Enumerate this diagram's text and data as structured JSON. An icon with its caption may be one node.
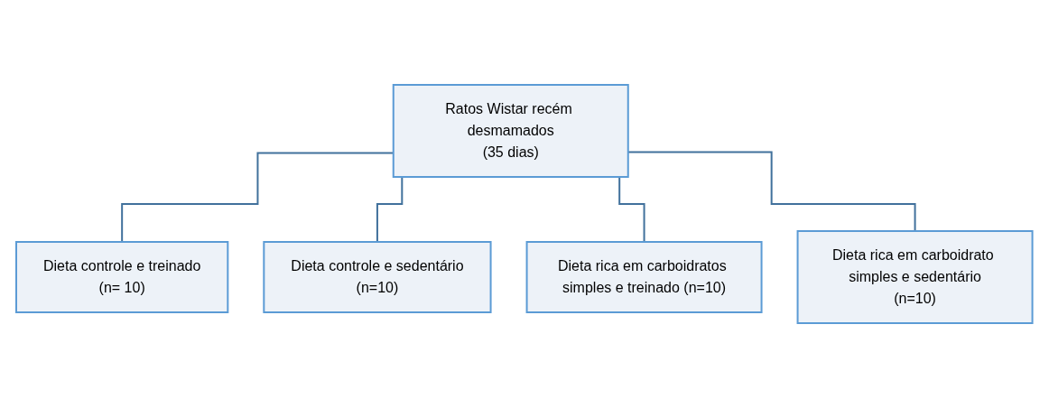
{
  "diagram": {
    "nodes": [
      {
        "text": [
          "Ratos Wistar recém desmamados",
          "(35 dias)"
        ]
      },
      {
        "text": [
          "Dieta controle e treinado",
          "(n= 10)"
        ]
      },
      {
        "text": [
          "Dieta controle e sedentário",
          "(n=10)"
        ]
      },
      {
        "text": [
          "Dieta rica em carboidratos simples e treinado (n=10)"
        ]
      },
      {
        "text": [
          "Dieta rica em carboidrato simples e sedentário",
          "(n=10)"
        ]
      }
    ],
    "edges": [
      {
        "from": 0,
        "to": 1,
        "arrow": "none"
      },
      {
        "from": 0,
        "to": 2,
        "arrow": "none"
      },
      {
        "from": 0,
        "to": 3,
        "arrow": "none"
      },
      {
        "from": 0,
        "to": 4,
        "arrow": "none"
      }
    ]
  }
}
